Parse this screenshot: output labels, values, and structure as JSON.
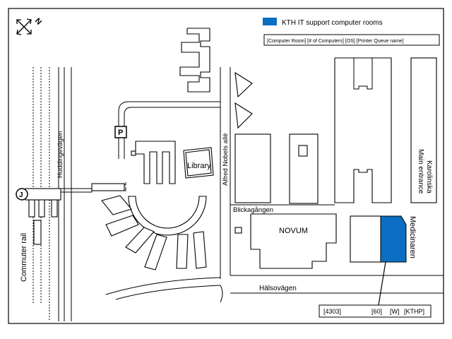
{
  "colors": {
    "it_room": "#0b6ec2",
    "line": "#000000",
    "background": "#ffffff"
  },
  "compass": {
    "north_label": "N",
    "icon": "compass-arrows-icon"
  },
  "legend": {
    "title": "KTH IT support computer rooms",
    "key": "[Computer Room]  [# of Computers]  [OS]   [Printer Queue name]"
  },
  "street_labels": {
    "alfred_nobels_alle": "Alfred Nobels allé",
    "huddingevagen": "Huddingevägen",
    "blickagangen": "Blickagången",
    "halsovagen": "Hälsovägen",
    "commuter_rail": "Commuter rail"
  },
  "building_labels": {
    "library": "Library",
    "novum": "NOVUM",
    "karolinska_line1": "Karolinska",
    "karolinska_line2": "Main entrance",
    "medicinaren": "Medicinaren"
  },
  "markers": {
    "parking": "P",
    "train_station": "J"
  },
  "room_info": {
    "room": "[4303]",
    "computers": "[60]",
    "os": "[W]",
    "printer_queue": "[KTHP]"
  }
}
